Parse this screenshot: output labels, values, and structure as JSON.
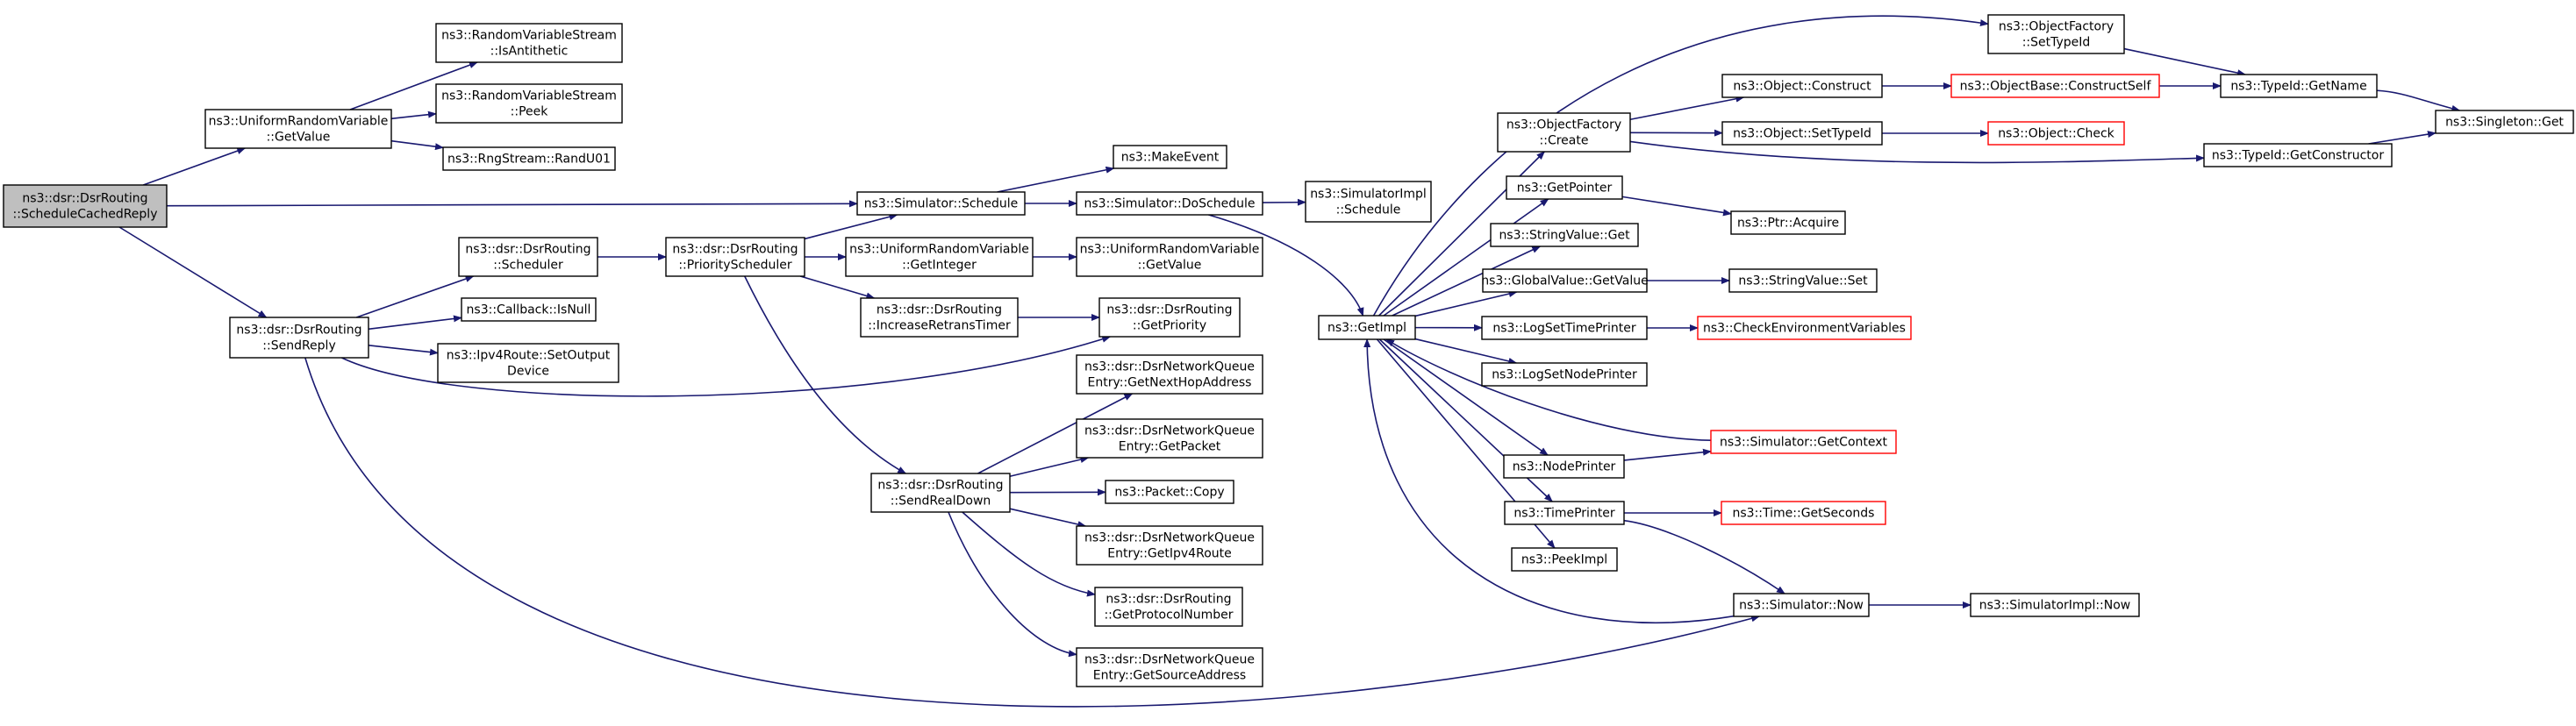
{
  "nodes": [
    {
      "id": "root",
      "lines": [
        "ns3::dsr::DsrRouting",
        "::ScheduleCachedReply"
      ],
      "style": "root"
    },
    {
      "id": "urv_getvalue",
      "lines": [
        "ns3::UniformRandomVariable",
        "::GetValue"
      ],
      "style": "normal"
    },
    {
      "id": "rvs_isantithetic",
      "lines": [
        "ns3::RandomVariableStream",
        "::IsAntithetic"
      ],
      "style": "normal"
    },
    {
      "id": "rvs_peek",
      "lines": [
        "ns3::RandomVariableStream",
        "::Peek"
      ],
      "style": "normal"
    },
    {
      "id": "rngstream",
      "lines": [
        "ns3::RngStream::RandU01"
      ],
      "style": "normal"
    },
    {
      "id": "sim_schedule",
      "lines": [
        "ns3::Simulator::Schedule"
      ],
      "style": "normal"
    },
    {
      "id": "makeevent",
      "lines": [
        "ns3::MakeEvent"
      ],
      "style": "normal"
    },
    {
      "id": "sim_doschedule",
      "lines": [
        "ns3::Simulator::DoSchedule"
      ],
      "style": "normal"
    },
    {
      "id": "simimpl_schedule",
      "lines": [
        "ns3::SimulatorImpl",
        "::Schedule"
      ],
      "style": "normal"
    },
    {
      "id": "dsr_scheduler",
      "lines": [
        "ns3::dsr::DsrRouting",
        "::Scheduler"
      ],
      "style": "normal"
    },
    {
      "id": "dsr_priosched",
      "lines": [
        "ns3::dsr::DsrRouting",
        "::PriorityScheduler"
      ],
      "style": "normal"
    },
    {
      "id": "urv_getinteger",
      "lines": [
        "ns3::UniformRandomVariable",
        "::GetInteger"
      ],
      "style": "normal"
    },
    {
      "id": "urv_getvalue2",
      "lines": [
        "ns3::UniformRandomVariable",
        "::GetValue"
      ],
      "style": "normal"
    },
    {
      "id": "dsr_incretrans",
      "lines": [
        "ns3::dsr::DsrRouting",
        "::IncreaseRetransTimer"
      ],
      "style": "normal"
    },
    {
      "id": "dsr_getpriority",
      "lines": [
        "ns3::dsr::DsrRouting",
        "::GetPriority"
      ],
      "style": "normal"
    },
    {
      "id": "dsr_sendreply",
      "lines": [
        "ns3::dsr::DsrRouting",
        "::SendReply"
      ],
      "style": "normal"
    },
    {
      "id": "cb_isnull",
      "lines": [
        "ns3::Callback::IsNull"
      ],
      "style": "normal"
    },
    {
      "id": "ipv4route",
      "lines": [
        "ns3::Ipv4Route::SetOutput",
        "Device"
      ],
      "style": "normal"
    },
    {
      "id": "nq_nexthop",
      "lines": [
        "ns3::dsr::DsrNetworkQueue",
        "Entry::GetNextHopAddress"
      ],
      "style": "normal"
    },
    {
      "id": "nq_getpacket",
      "lines": [
        "ns3::dsr::DsrNetworkQueue",
        "Entry::GetPacket"
      ],
      "style": "normal"
    },
    {
      "id": "dsr_sendrealdown",
      "lines": [
        "ns3::dsr::DsrRouting",
        "::SendRealDown"
      ],
      "style": "normal"
    },
    {
      "id": "packet_copy",
      "lines": [
        "ns3::Packet::Copy"
      ],
      "style": "normal"
    },
    {
      "id": "nq_getipv4route",
      "lines": [
        "ns3::dsr::DsrNetworkQueue",
        "Entry::GetIpv4Route"
      ],
      "style": "normal"
    },
    {
      "id": "dsr_getprotonum",
      "lines": [
        "ns3::dsr::DsrRouting",
        "::GetProtocolNumber"
      ],
      "style": "normal"
    },
    {
      "id": "nq_getsource",
      "lines": [
        "ns3::dsr::DsrNetworkQueue",
        "Entry::GetSourceAddress"
      ],
      "style": "normal"
    },
    {
      "id": "getimpl",
      "lines": [
        "ns3::GetImpl"
      ],
      "style": "normal"
    },
    {
      "id": "of_create",
      "lines": [
        "ns3::ObjectFactory",
        "::Create"
      ],
      "style": "normal"
    },
    {
      "id": "of_settypeid",
      "lines": [
        "ns3::ObjectFactory",
        "::SetTypeId"
      ],
      "style": "normal"
    },
    {
      "id": "obj_construct",
      "lines": [
        "ns3::Object::Construct"
      ],
      "style": "normal"
    },
    {
      "id": "objbase_constructself",
      "lines": [
        "ns3::ObjectBase::ConstructSelf"
      ],
      "style": "red"
    },
    {
      "id": "typeid_getname",
      "lines": [
        "ns3::TypeId::GetName"
      ],
      "style": "normal"
    },
    {
      "id": "singleton_get",
      "lines": [
        "ns3::Singleton::Get"
      ],
      "style": "normal"
    },
    {
      "id": "obj_settypeid",
      "lines": [
        "ns3::Object::SetTypeId"
      ],
      "style": "normal"
    },
    {
      "id": "obj_check",
      "lines": [
        "ns3::Object::Check"
      ],
      "style": "red"
    },
    {
      "id": "typeid_getconstructor",
      "lines": [
        "ns3::TypeId::GetConstructor"
      ],
      "style": "normal"
    },
    {
      "id": "getpointer",
      "lines": [
        "ns3::GetPointer"
      ],
      "style": "normal"
    },
    {
      "id": "ptr_acquire",
      "lines": [
        "ns3::Ptr::Acquire"
      ],
      "style": "normal"
    },
    {
      "id": "stringvalue_get",
      "lines": [
        "ns3::StringValue::Get"
      ],
      "style": "normal"
    },
    {
      "id": "globalvalue_getvalue",
      "lines": [
        "ns3::GlobalValue::GetValue"
      ],
      "style": "normal"
    },
    {
      "id": "stringvalue_set",
      "lines": [
        "ns3::StringValue::Set"
      ],
      "style": "normal"
    },
    {
      "id": "logsettimeprinter",
      "lines": [
        "ns3::LogSetTimePrinter"
      ],
      "style": "normal"
    },
    {
      "id": "checkenvvars",
      "lines": [
        "ns3::CheckEnvironmentVariables"
      ],
      "style": "red"
    },
    {
      "id": "logsetnodeprinter",
      "lines": [
        "ns3::LogSetNodePrinter"
      ],
      "style": "normal"
    },
    {
      "id": "sim_getcontext",
      "lines": [
        "ns3::Simulator::GetContext"
      ],
      "style": "red"
    },
    {
      "id": "nodeprinter",
      "lines": [
        "ns3::NodePrinter"
      ],
      "style": "normal"
    },
    {
      "id": "timeprinter",
      "lines": [
        "ns3::TimePrinter"
      ],
      "style": "normal"
    },
    {
      "id": "time_getseconds",
      "lines": [
        "ns3::Time::GetSeconds"
      ],
      "style": "red"
    },
    {
      "id": "peekimpl",
      "lines": [
        "ns3::PeekImpl"
      ],
      "style": "normal"
    },
    {
      "id": "sim_now",
      "lines": [
        "ns3::Simulator::Now"
      ],
      "style": "normal"
    },
    {
      "id": "simimpl_now",
      "lines": [
        "ns3::SimulatorImpl::Now"
      ],
      "style": "normal"
    }
  ],
  "edges": [
    {
      "from": "root",
      "to": "urv_getvalue"
    },
    {
      "from": "root",
      "to": "sim_schedule"
    },
    {
      "from": "root",
      "to": "dsr_sendreply"
    },
    {
      "from": "urv_getvalue",
      "to": "rvs_isantithetic"
    },
    {
      "from": "urv_getvalue",
      "to": "rvs_peek"
    },
    {
      "from": "urv_getvalue",
      "to": "rngstream"
    },
    {
      "from": "sim_schedule",
      "to": "makeevent"
    },
    {
      "from": "sim_schedule",
      "to": "sim_doschedule"
    },
    {
      "from": "sim_doschedule",
      "to": "simimpl_schedule"
    },
    {
      "from": "sim_doschedule",
      "to": "getimpl"
    },
    {
      "from": "dsr_sendreply",
      "to": "dsr_scheduler"
    },
    {
      "from": "dsr_sendreply",
      "to": "cb_isnull"
    },
    {
      "from": "dsr_sendreply",
      "to": "ipv4route"
    },
    {
      "from": "dsr_sendreply",
      "to": "dsr_getpriority"
    },
    {
      "from": "dsr_sendreply",
      "to": "sim_now"
    },
    {
      "from": "dsr_scheduler",
      "to": "dsr_priosched"
    },
    {
      "from": "dsr_priosched",
      "to": "sim_schedule"
    },
    {
      "from": "dsr_priosched",
      "to": "urv_getinteger"
    },
    {
      "from": "dsr_priosched",
      "to": "dsr_incretrans"
    },
    {
      "from": "dsr_priosched",
      "to": "dsr_sendrealdown"
    },
    {
      "from": "urv_getinteger",
      "to": "urv_getvalue2"
    },
    {
      "from": "dsr_incretrans",
      "to": "dsr_getpriority"
    },
    {
      "from": "dsr_sendrealdown",
      "to": "nq_nexthop"
    },
    {
      "from": "dsr_sendrealdown",
      "to": "nq_getpacket"
    },
    {
      "from": "dsr_sendrealdown",
      "to": "packet_copy"
    },
    {
      "from": "dsr_sendrealdown",
      "to": "nq_getipv4route"
    },
    {
      "from": "dsr_sendrealdown",
      "to": "dsr_getprotonum"
    },
    {
      "from": "dsr_sendrealdown",
      "to": "nq_getsource"
    },
    {
      "from": "getimpl",
      "to": "of_settypeid"
    },
    {
      "from": "getimpl",
      "to": "of_create"
    },
    {
      "from": "getimpl",
      "to": "getpointer"
    },
    {
      "from": "getimpl",
      "to": "stringvalue_get"
    },
    {
      "from": "getimpl",
      "to": "globalvalue_getvalue"
    },
    {
      "from": "getimpl",
      "to": "logsettimeprinter"
    },
    {
      "from": "getimpl",
      "to": "logsetnodeprinter"
    },
    {
      "from": "getimpl",
      "to": "nodeprinter"
    },
    {
      "from": "getimpl",
      "to": "timeprinter"
    },
    {
      "from": "getimpl",
      "to": "peekimpl"
    },
    {
      "from": "of_settypeid",
      "to": "typeid_getname"
    },
    {
      "from": "of_create",
      "to": "obj_construct"
    },
    {
      "from": "of_create",
      "to": "obj_settypeid"
    },
    {
      "from": "of_create",
      "to": "typeid_getconstructor"
    },
    {
      "from": "obj_construct",
      "to": "objbase_constructself"
    },
    {
      "from": "objbase_constructself",
      "to": "typeid_getname"
    },
    {
      "from": "typeid_getname",
      "to": "singleton_get"
    },
    {
      "from": "typeid_getconstructor",
      "to": "singleton_get"
    },
    {
      "from": "obj_settypeid",
      "to": "obj_check"
    },
    {
      "from": "getpointer",
      "to": "ptr_acquire"
    },
    {
      "from": "globalvalue_getvalue",
      "to": "stringvalue_set"
    },
    {
      "from": "logsettimeprinter",
      "to": "checkenvvars"
    },
    {
      "from": "nodeprinter",
      "to": "sim_getcontext"
    },
    {
      "from": "sim_getcontext",
      "to": "getimpl"
    },
    {
      "from": "timeprinter",
      "to": "time_getseconds"
    },
    {
      "from": "timeprinter",
      "to": "sim_now"
    },
    {
      "from": "sim_now",
      "to": "getimpl"
    },
    {
      "from": "sim_now",
      "to": "simimpl_now"
    }
  ]
}
